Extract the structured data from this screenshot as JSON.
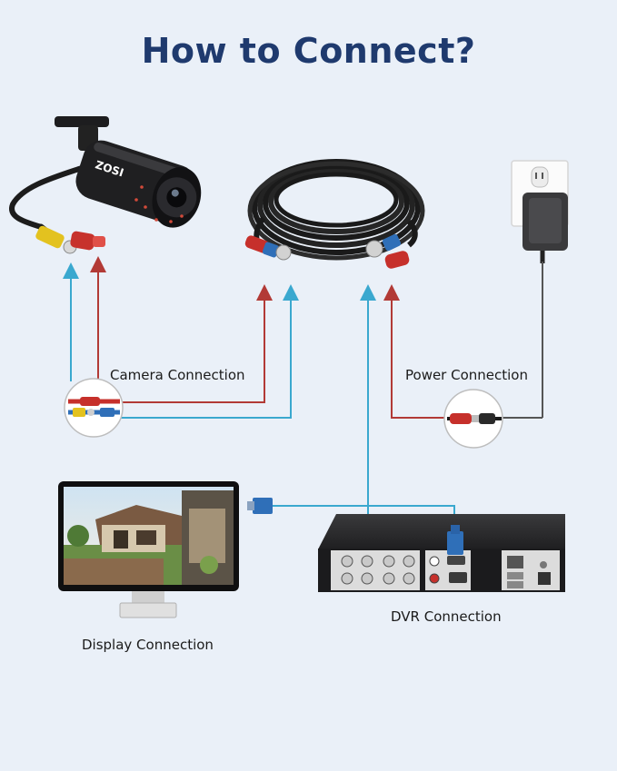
{
  "title": "How to Connect?",
  "labels": {
    "camera": "Camera Connection",
    "power": "Power Connection",
    "dvr": "DVR Connection",
    "display": "Display Connection"
  },
  "brand": "ZOSI",
  "colors": {
    "title": "#1f3a6e",
    "background": "#eaf0f8",
    "video_line": "#3aa8cf",
    "power_line": "#b23a36",
    "grey_line": "#555555"
  }
}
